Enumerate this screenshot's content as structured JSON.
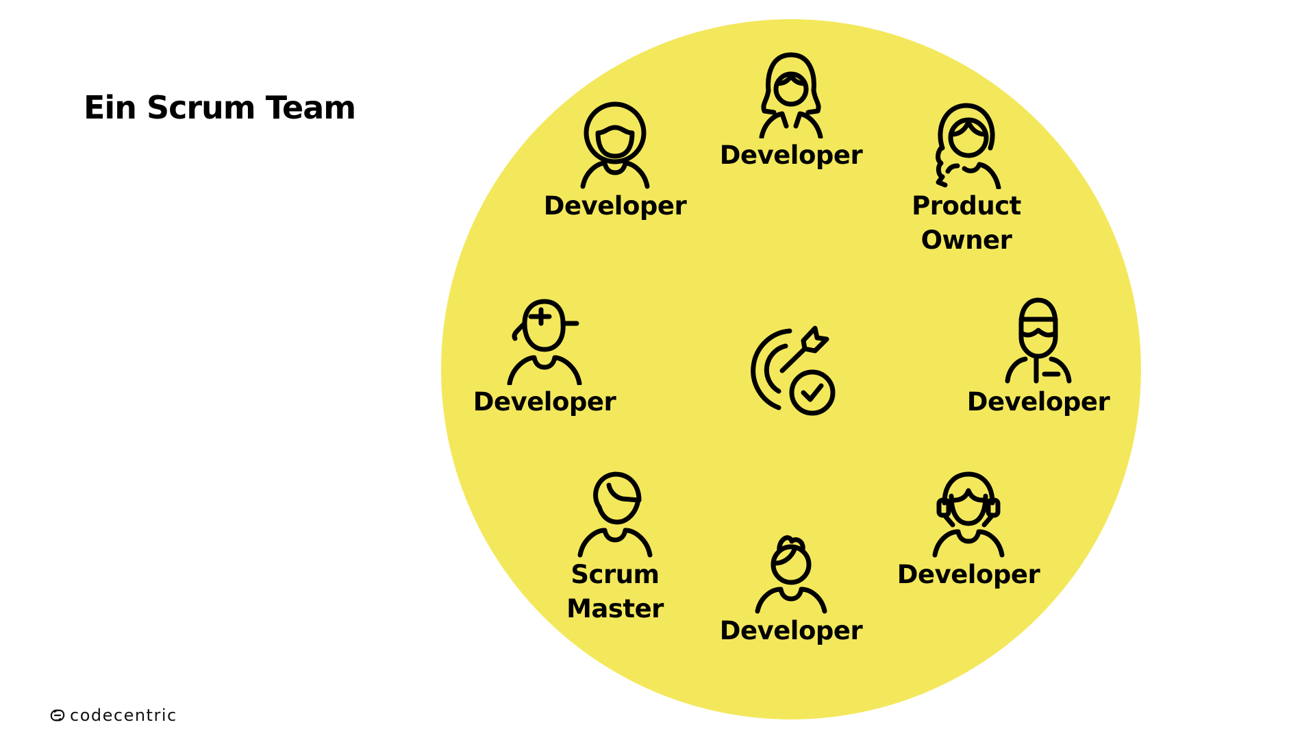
{
  "title": "Ein Scrum Team",
  "colors": {
    "circle": "#f3e85c",
    "ink": "#000000"
  },
  "team": [
    {
      "role": "Developer",
      "icon": "woman-long-hair-icon"
    },
    {
      "role": "Developer",
      "icon": "person-curly-hair-icon"
    },
    {
      "role": "Product\nOwner",
      "icon": "woman-braid-icon"
    },
    {
      "role": "Developer",
      "icon": "person-cap-icon"
    },
    {
      "role": "Developer",
      "icon": "man-beard-icon"
    },
    {
      "role": "Scrum\nMaster",
      "icon": "person-side-hair-icon"
    },
    {
      "role": "Developer",
      "icon": "person-bun-icon"
    },
    {
      "role": "Developer",
      "icon": "person-headset-icon"
    }
  ],
  "center_icon": "target-check-icon",
  "logo": {
    "text": "codecentric"
  }
}
